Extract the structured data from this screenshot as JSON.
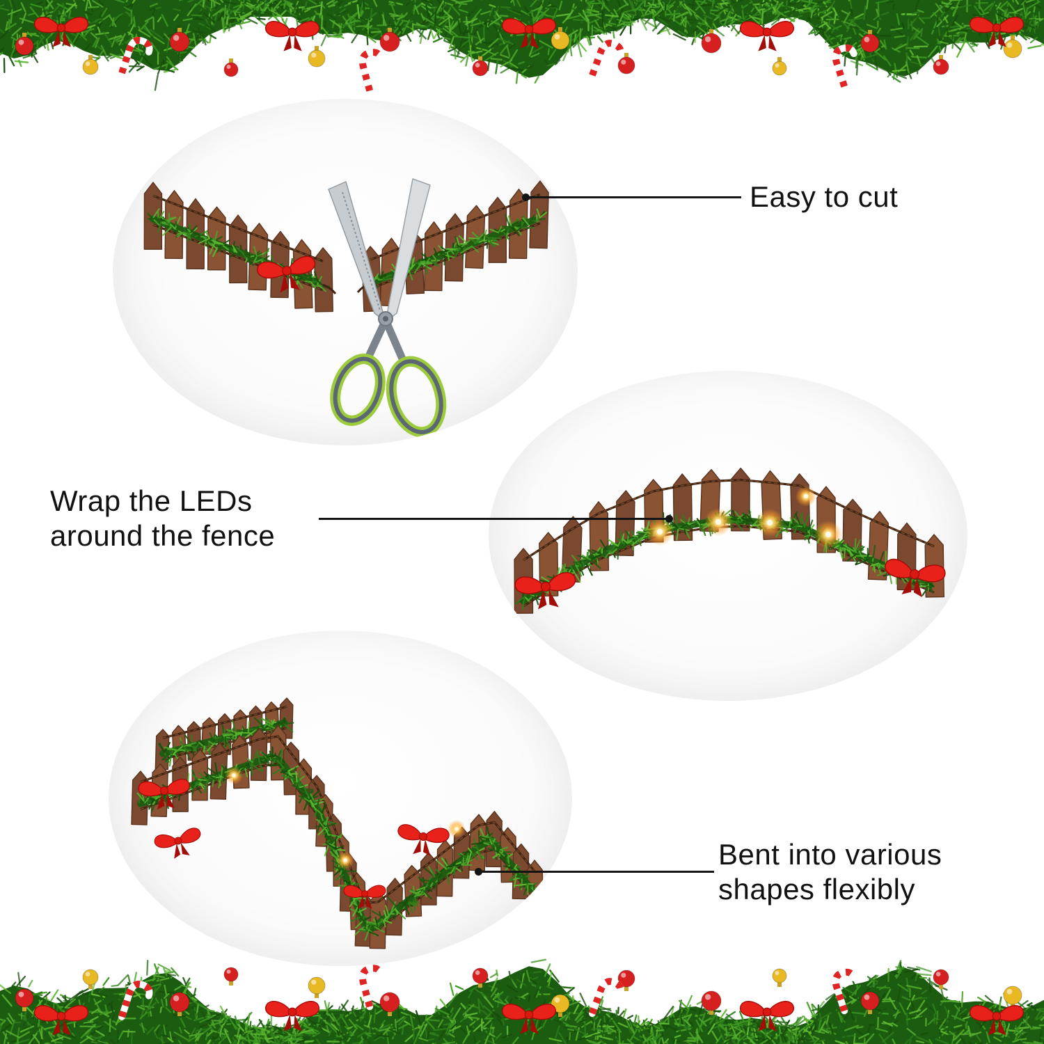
{
  "page": {
    "background": "#ffffff"
  },
  "callouts": {
    "cut": {
      "text": "Easy to cut"
    },
    "leds": {
      "line1": "Wrap the LEDs",
      "line2": "around the fence"
    },
    "bend": {
      "line1": "Bent into various",
      "line2": "shapes flexibly"
    }
  },
  "colors": {
    "background": "#ffffff",
    "text": "#111111",
    "callout_line": "#141414",
    "fence_wood": "#8a5434",
    "fence_wood_alt": "#7a4930",
    "fence_wood_dark": "#59331d",
    "wire_brown": "#3f2414",
    "wire_light": "#7a4a26",
    "garland_dark": "#1c5c10",
    "garland_green": "#2e7d1b",
    "garland_light": "#4da52a",
    "bow_red": "#e8221a",
    "bow_red_dark": "#a30d08",
    "led_glow": "#ffa229",
    "led_core": "#fffbe9",
    "bauble_red": "#d61f1f",
    "bauble_gold": "#e8b922",
    "candy_red": "#e02424",
    "scissor_blade": "#c7ccd0",
    "scissor_handle_green": "#9ccb3b",
    "scissor_handle_gray": "#5b6874"
  }
}
